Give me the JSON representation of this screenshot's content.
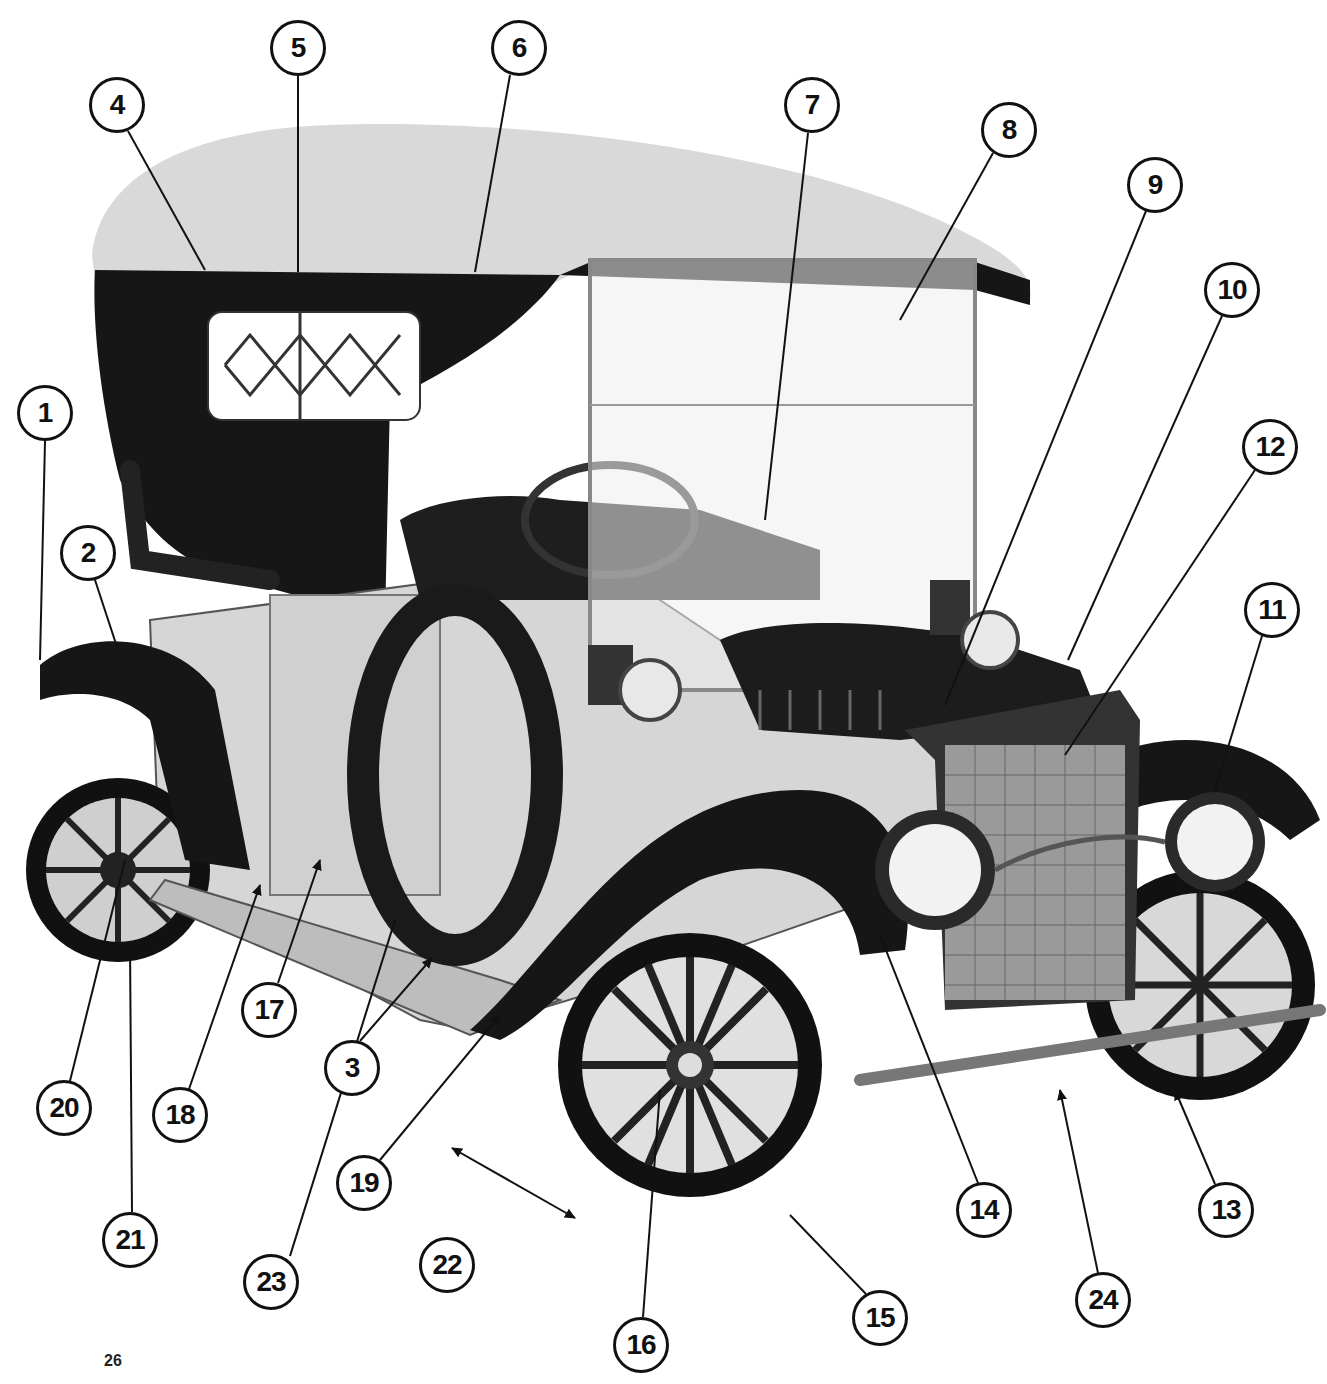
{
  "diagram": {
    "nodes": [
      {
        "text": [
          "1"
        ]
      },
      {
        "text": [
          "2"
        ]
      },
      {
        "text": [
          "3"
        ]
      },
      {
        "text": [
          "4"
        ]
      },
      {
        "text": [
          "5"
        ]
      },
      {
        "text": [
          "6"
        ]
      },
      {
        "text": [
          "7"
        ]
      },
      {
        "text": [
          "8"
        ]
      },
      {
        "text": [
          "9"
        ]
      },
      {
        "text": [
          "10"
        ]
      },
      {
        "text": [
          "11"
        ]
      },
      {
        "text": [
          "12"
        ]
      },
      {
        "text": [
          "13"
        ]
      },
      {
        "text": [
          "14"
        ]
      },
      {
        "text": [
          "15"
        ]
      },
      {
        "text": [
          "16"
        ]
      },
      {
        "text": [
          "17"
        ]
      },
      {
        "text": [
          "18"
        ]
      },
      {
        "text": [
          "19"
        ]
      },
      {
        "text": [
          "20"
        ]
      },
      {
        "text": [
          "21"
        ]
      },
      {
        "text": [
          "22"
        ]
      },
      {
        "text": [
          "23"
        ]
      },
      {
        "text": [
          "24"
        ]
      }
    ],
    "labels": [
      "26"
    ]
  }
}
